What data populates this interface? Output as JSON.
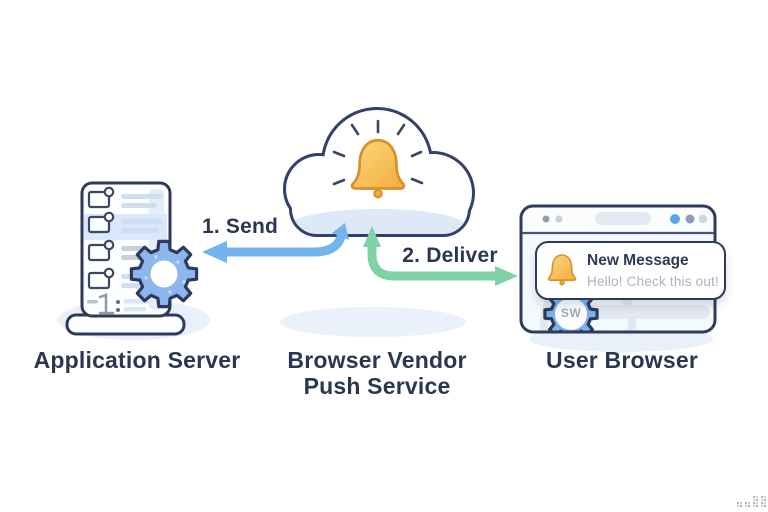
{
  "nodes": {
    "application_server": {
      "label": "Application Server"
    },
    "push_service": {
      "label_line1": "Browser Vendor",
      "label_line2": "Push Service"
    },
    "user_browser": {
      "label": "User Browser"
    }
  },
  "arrows": {
    "send": {
      "label": "1. Send",
      "color": "#73B3EE"
    },
    "deliver": {
      "label": "2. Deliver",
      "color": "#7DD3A4"
    }
  },
  "browser": {
    "notification": {
      "title": "New Message",
      "body": "Hello! Check this out!"
    },
    "service_worker_badge": "SW"
  },
  "icons": {
    "application_server": "server-rack-icon",
    "server_gear": "gear-icon",
    "push_service": "cloud-icon",
    "push_bell": "bell-icon",
    "notification_bell": "bell-icon",
    "service_worker_gear": "gear-icon"
  },
  "colors": {
    "outline_navy": "#2E3A5A",
    "label_text": "#2B3752",
    "arrow_send_blue": "#73B3EE",
    "arrow_deliver_green": "#7DD3A4",
    "bell_yellow": "#F7C353",
    "gear_blue": "#8CB6ED",
    "ground_shadow_blue": "#E9F0FA"
  }
}
